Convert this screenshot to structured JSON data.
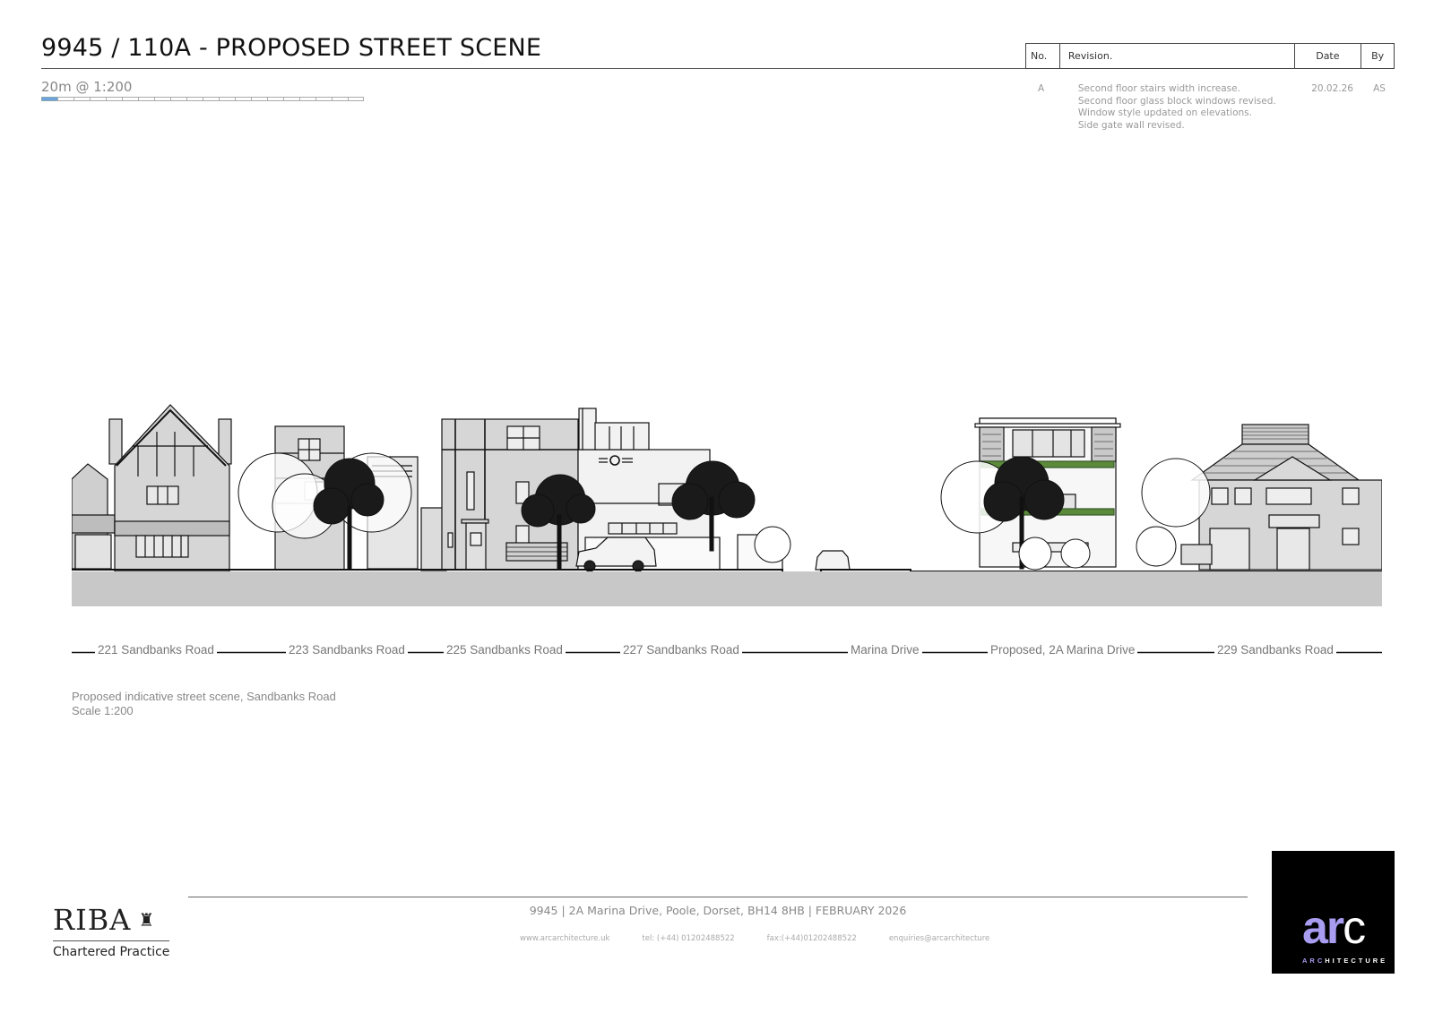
{
  "header": {
    "title": "9945 / 110A -  PROPOSED STREET SCENE",
    "scale_label": "20m @ 1:200",
    "scalebar_segments": 20
  },
  "revisions": {
    "columns": [
      "No.",
      "Revision.",
      "Date",
      "By"
    ],
    "rows": [
      {
        "no": "A",
        "lines": [
          "Second floor stairs width increase.",
          "Second floor glass block windows revised.",
          "Window style updated on elevations.",
          "Side gate wall revised."
        ],
        "date": "20.02.26",
        "by": "AS"
      }
    ]
  },
  "street_scene": {
    "labels": [
      "221 Sandbanks Road",
      "223 Sandbanks Road",
      "225 Sandbanks Road",
      "227 Sandbanks Road",
      "Marina Drive",
      "Proposed, 2A Marina Drive",
      "229 Sandbanks Road"
    ],
    "caption_line1": "Proposed indicative street scene, Sandbanks Road",
    "caption_line2": "Scale 1:200",
    "colors": {
      "building_fill": "#d4d4d4",
      "ground": "#c8c8c8",
      "line": "#111111",
      "planting": "#5a8a3a"
    }
  },
  "footer": {
    "address": "9945 | 2A Marina Drive, Poole, Dorset, BH14 8HB | FEBRUARY 2026",
    "website": "www.arcarchitecture.uk",
    "tel": "tel: (+44) 01202488522",
    "fax": "fax:(+44)01202488522",
    "email": "enquiries@arcarchitecture",
    "riba_word": "RIBA",
    "riba_sub": "Chartered Practice",
    "logo_ar": "ar",
    "logo_c": "c",
    "logo_sub_a": "ARC",
    "logo_sub_b": "HITECTURE",
    "brand_color": "#a89cf0"
  }
}
